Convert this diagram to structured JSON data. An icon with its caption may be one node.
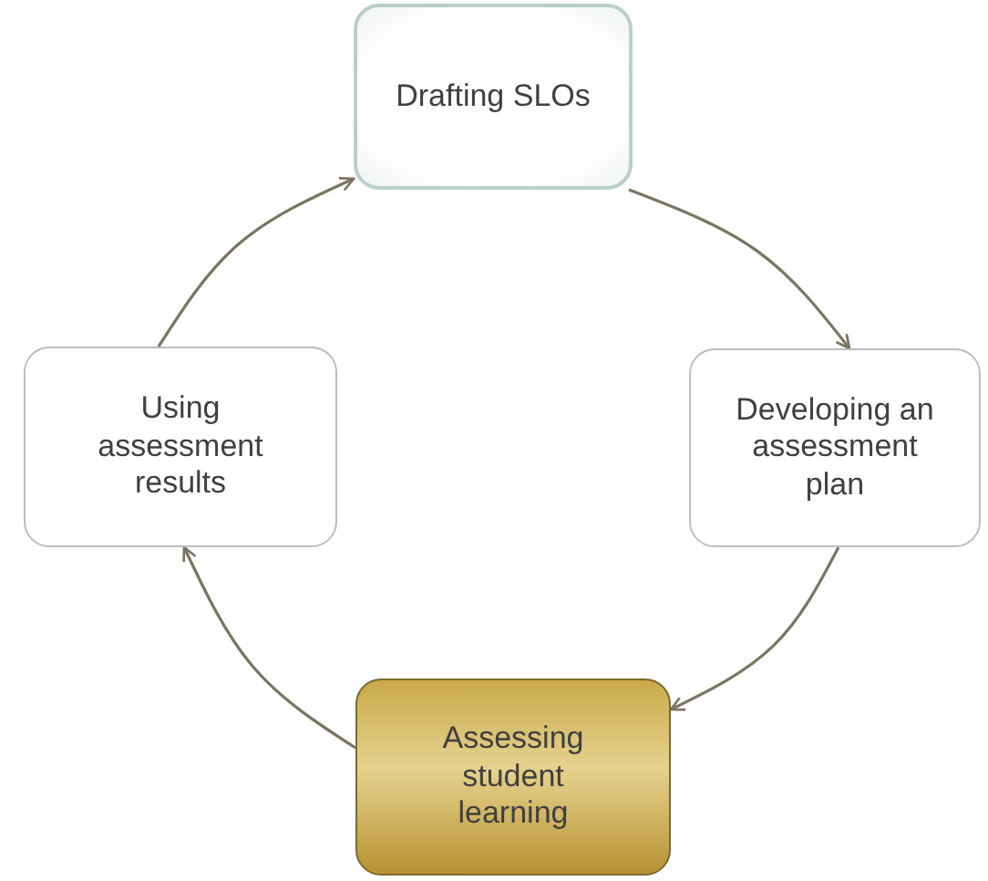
{
  "diagram": {
    "nodes": [
      {
        "text": [
          "Drafting SLOs"
        ]
      },
      {
        "text": [
          "Developing an assessment plan"
        ]
      },
      {
        "text": [
          "Assessing student learning"
        ]
      },
      {
        "text": [
          "Using assessment results"
        ]
      }
    ],
    "edges": [
      {
        "from": 0,
        "to": 1,
        "arrow": "to"
      },
      {
        "from": 1,
        "to": 2,
        "arrow": "to"
      },
      {
        "from": 2,
        "to": 3,
        "arrow": "to"
      },
      {
        "from": 3,
        "to": 0,
        "arrow": "to"
      }
    ]
  }
}
